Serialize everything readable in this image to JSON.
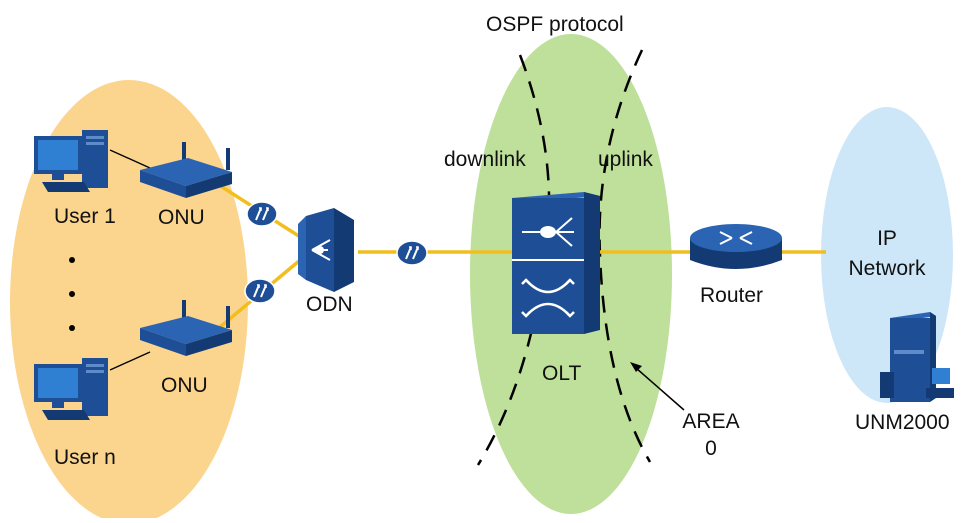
{
  "labels": {
    "ospf_protocol": "OSPF protocol",
    "downlink": "downlink",
    "uplink": "uplink",
    "user_1": "User 1",
    "user_n": "User n",
    "onu_top": "ONU",
    "onu_bottom": "ONU",
    "odn": "ODN",
    "olt": "OLT",
    "area_line1": "AREA",
    "area_line2": "0",
    "router": "Router",
    "ip_line1": "IP",
    "ip_line2": "Network",
    "unm": "UNM2000"
  },
  "colors": {
    "user_zone": "#FBD58E",
    "ospf_zone": "#BEE09A",
    "ip_zone": "#CDE7F8",
    "fiber": "#F2BE1E",
    "device": "#1E4F96",
    "device_dark": "#143A74",
    "pc_screen": "#2F7FD3"
  },
  "icons": [
    "pc-icon",
    "onu-icon",
    "splitter-icon",
    "olt-icon",
    "router-icon",
    "server-icon",
    "optical-signal-icon"
  ]
}
